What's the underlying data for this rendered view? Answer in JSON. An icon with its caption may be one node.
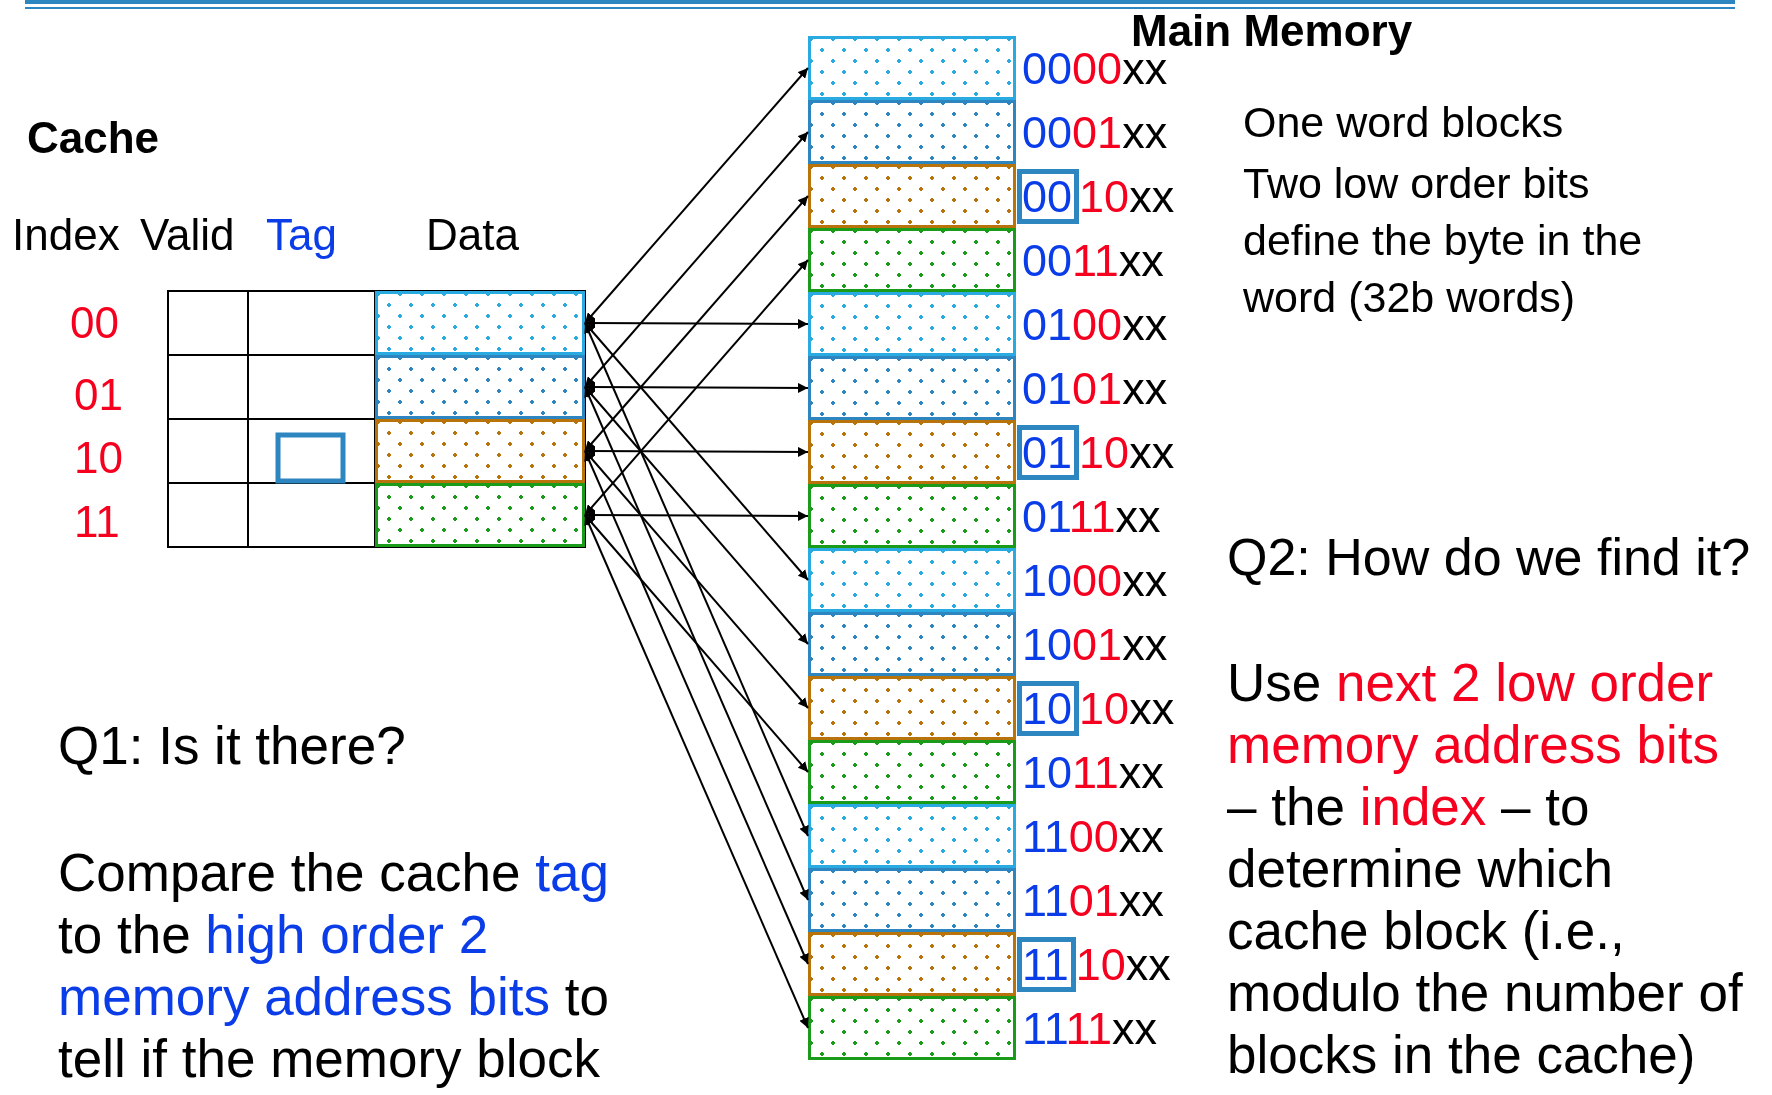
{
  "diagram": {
    "nodes": [
      {
        "text": [],
        "shape": "box"
      },
      {
        "text": [],
        "shape": "box"
      },
      {
        "text": [],
        "shape": "box"
      },
      {
        "text": [],
        "shape": "box"
      },
      {
        "text": [],
        "shape": "box",
        "beside": [
          "0000xx"
        ]
      },
      {
        "text": [],
        "shape": "box",
        "beside": [
          "0001xx"
        ]
      },
      {
        "text": [],
        "shape": "box",
        "beside": [
          "0010xx"
        ]
      },
      {
        "text": [],
        "shape": "box",
        "beside": [
          "0011xx"
        ]
      },
      {
        "text": [],
        "shape": "box",
        "beside": [
          "0100xx"
        ]
      },
      {
        "text": [],
        "shape": "box",
        "beside": [
          "0101xx"
        ]
      },
      {
        "text": [],
        "shape": "box",
        "beside": [
          "0110xx"
        ]
      },
      {
        "text": [],
        "shape": "box",
        "beside": [
          "0111xx"
        ]
      },
      {
        "text": [],
        "shape": "box",
        "beside": [
          "1000xx"
        ]
      },
      {
        "text": [],
        "shape": "box",
        "beside": [
          "1001xx"
        ]
      },
      {
        "text": [],
        "shape": "box",
        "beside": [
          "1010xx"
        ]
      },
      {
        "text": [],
        "shape": "box",
        "beside": [
          "1011xx"
        ]
      },
      {
        "text": [],
        "shape": "box",
        "beside": [
          "1100xx"
        ]
      },
      {
        "text": [],
        "shape": "box",
        "beside": [
          "1101xx"
        ]
      },
      {
        "text": [],
        "shape": "box",
        "beside": [
          "1110xx"
        ]
      },
      {
        "text": [],
        "shape": "box",
        "beside": [
          "1111xx"
        ]
      }
    ],
    "edges": [
      {
        "from": 4,
        "to": 0,
        "arrow": "both"
      },
      {
        "from": 5,
        "to": 1,
        "arrow": "both"
      },
      {
        "from": 6,
        "to": 2,
        "arrow": "both"
      },
      {
        "from": 7,
        "to": 3,
        "arrow": "both"
      },
      {
        "from": 8,
        "to": 0,
        "arrow": "both"
      },
      {
        "from": 9,
        "to": 1,
        "arrow": "both"
      },
      {
        "from": 10,
        "to": 2,
        "arrow": "both"
      },
      {
        "from": 11,
        "to": 3,
        "arrow": "both"
      },
      {
        "from": 12,
        "to": 0,
        "arrow": "both"
      },
      {
        "from": 13,
        "to": 1,
        "arrow": "both"
      },
      {
        "from": 14,
        "to": 2,
        "arrow": "both"
      },
      {
        "from": 15,
        "to": 3,
        "arrow": "both"
      },
      {
        "from": 16,
        "to": 0,
        "arrow": "both"
      },
      {
        "from": 17,
        "to": 1,
        "arrow": "both"
      },
      {
        "from": 18,
        "to": 2,
        "arrow": "both"
      },
      {
        "from": 19,
        "to": 3,
        "arrow": "both"
      }
    ],
    "labels": [
      "Main Memory",
      "Cache",
      "One word blocks",
      "Two low order bits define the byte in the word (32b words)",
      "Index",
      "Valid",
      "Tag",
      "Data",
      "00",
      "01",
      "10",
      "11",
      "Q2: How do we find it?",
      "Use next 2 low order memory address bits – the index – to determine which cache block (i.e., modulo the number of blocks in the cache)",
      "Q1: Is it there?",
      "Compare the cache tag to the high order 2 memory address bits to tell if the memory block"
    ]
  }
}
